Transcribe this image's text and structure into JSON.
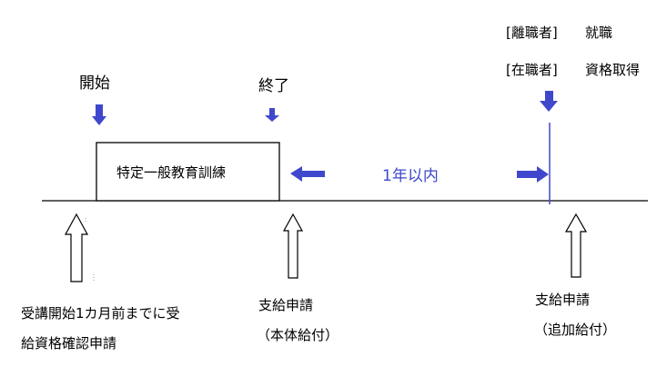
{
  "colors": {
    "accent": "#3f48cc",
    "line": "#000000",
    "background": "#ffffff"
  },
  "labels": {
    "start": "開始",
    "end": "終了",
    "training_box": "特定一般教育訓練",
    "within_one_year": "1年以内",
    "leaver_prefix": "[離職者]",
    "leaver_event": "就職",
    "employed_prefix": "[在職者]",
    "employed_event": "資格取得",
    "confirm_application_line1": "受講開始1カ月前までに受",
    "confirm_application_line2": "給資格確認申請",
    "benefit_application_1": "支給申請",
    "benefit_type_1": "（本体給付）",
    "benefit_application_2": "支給申請",
    "benefit_type_2": "（追加給付）"
  },
  "icons": {
    "down_arrow": "solid-down-arrow-icon",
    "left_arrow": "solid-left-arrow-icon",
    "right_arrow": "solid-right-arrow-icon",
    "up_arrow": "outline-up-arrow-icon"
  }
}
